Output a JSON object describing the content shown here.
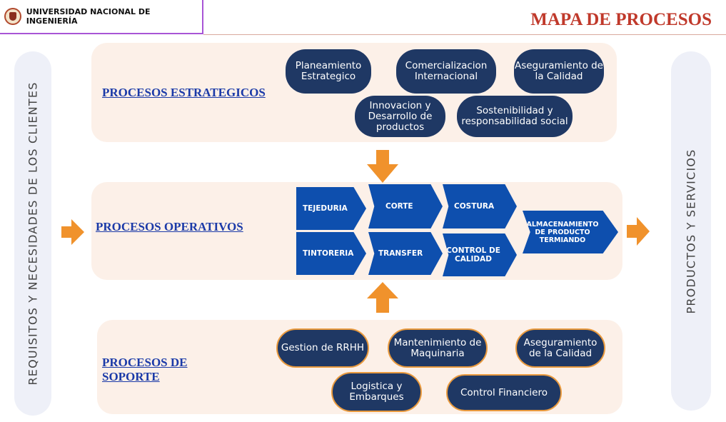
{
  "header": {
    "university": "UNIVERSIDAD NACIONAL DE INGENIERÍA",
    "title": "MAPA DE PROCESOS"
  },
  "sides": {
    "left": "REQUISITOS Y NECESIDADES DE LOS CLIENTES",
    "right": "PRODUCTOS Y SERVICIOS"
  },
  "estrategicos": {
    "label": "PROCESOS ESTRATEGICOS",
    "items": [
      "Planeamiento Estrategico",
      "Comercializacion Internacional",
      "Aseguramiento de la Calidad",
      "Innovacion y Desarrollo de productos",
      "Sostenibilidad y responsabilidad social"
    ]
  },
  "operativos": {
    "label": "PROCESOS OPERATIVOS",
    "steps": [
      "TEJEDURIA",
      "CORTE",
      "COSTURA",
      "TINTORERIA",
      "TRANSFER",
      "CONTROL DE CALIDAD",
      "ALMACENAMIENTO DE PRODUCTO TERMIANDO"
    ]
  },
  "soporte": {
    "label": "PROCESOS  DE SOPORTE",
    "items": [
      "Gestion de RRHH",
      "Mantenimiento de Maquinaria",
      "Aseguramiento de la Calidad",
      "Logistica y Embarques",
      "Control Financiero"
    ]
  },
  "colors": {
    "accent_title": "#c0392b",
    "pill_navy": "#1f3864",
    "chevron_blue": "#0e4fae",
    "arrow_orange": "#f0922c",
    "panel_bg": "#fcf0e8",
    "side_bg": "#eef0f8"
  },
  "icons": {
    "logo": "university-seal-icon",
    "arrows": "block-arrow-icon"
  }
}
